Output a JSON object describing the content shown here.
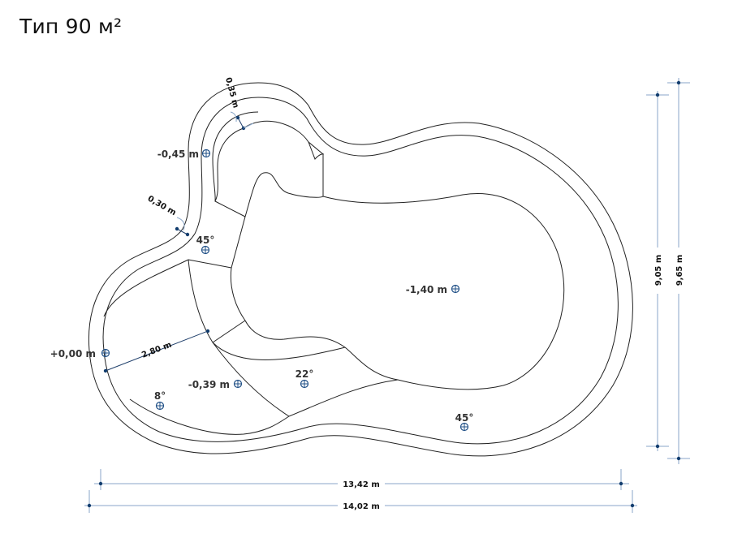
{
  "title": "Тип 90 м²",
  "levels": {
    "top_left": "-0,45 m",
    "main": "-1,40 m",
    "entry": "+0,00 m",
    "step": "-0,39 m"
  },
  "angles": {
    "a1": "45°",
    "a2": "22°",
    "a3": "8°",
    "a4": "45°"
  },
  "dimensions": {
    "wall_top": "0,35 m",
    "wall_left": "0,30 m",
    "bench": "2,80 m",
    "inner_width": "13,42 m",
    "outer_width": "14,02 m",
    "inner_height": "9,05 m",
    "outer_height": "9,65 m"
  }
}
